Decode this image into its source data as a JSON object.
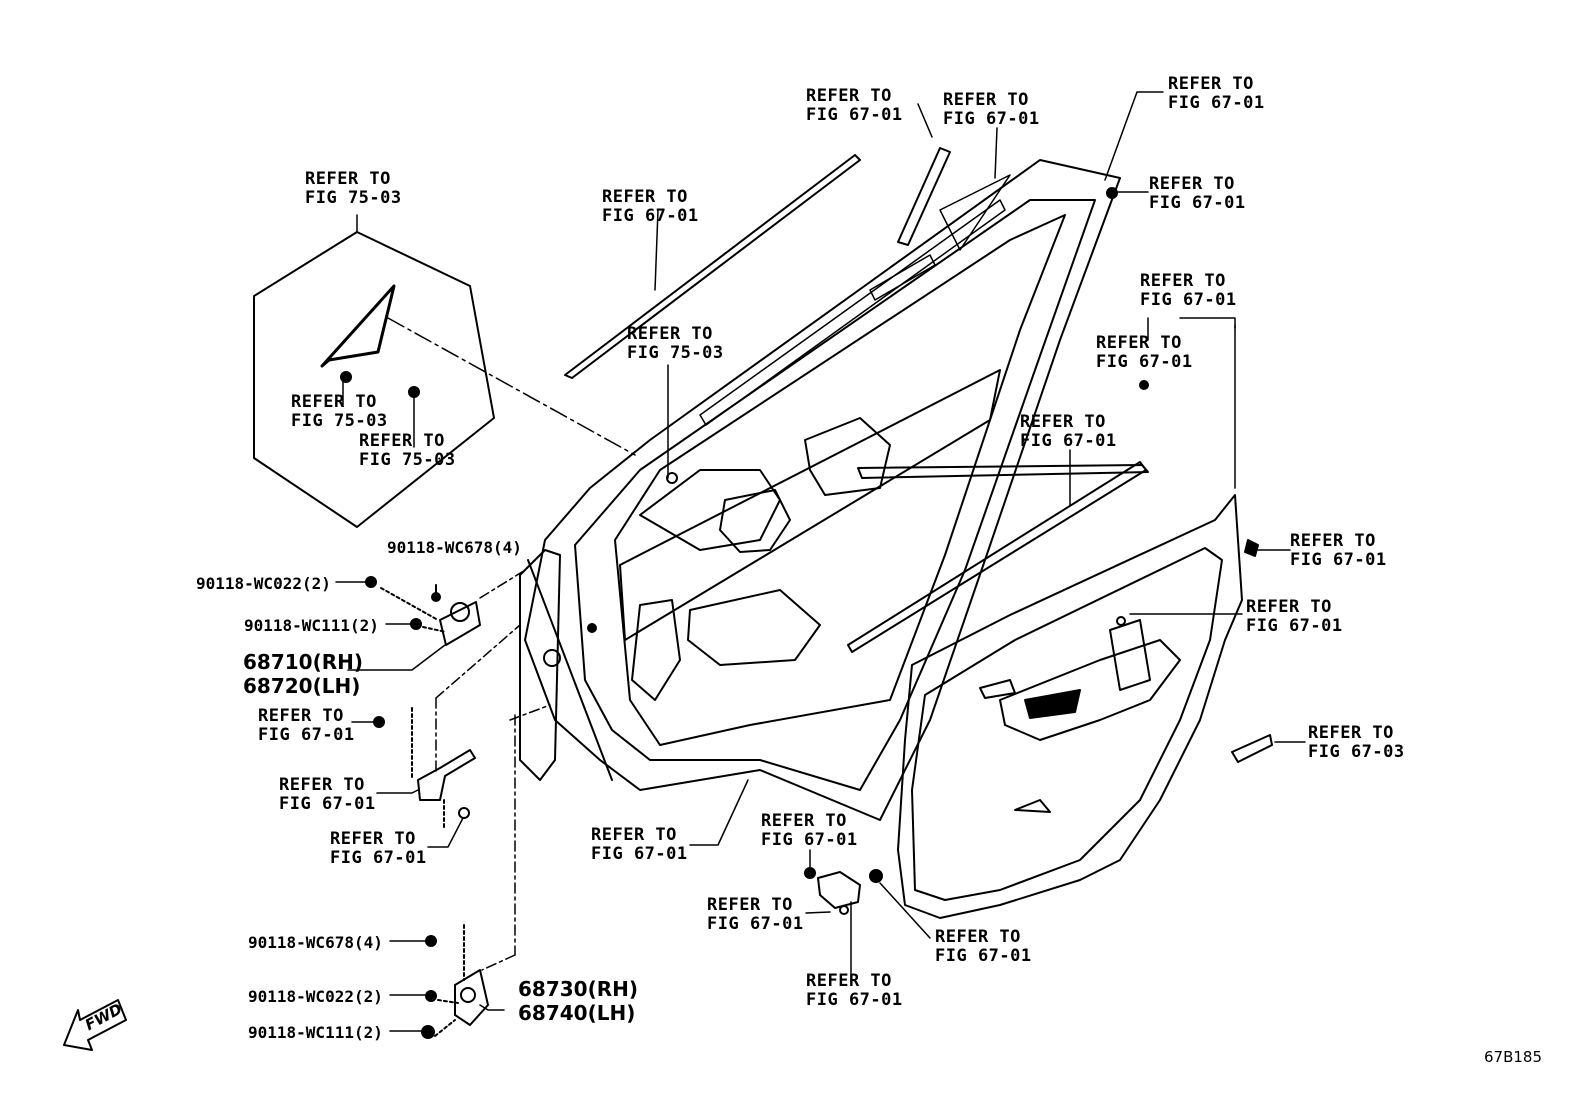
{
  "refer": {
    "fig_75_03": [
      "REFER TO",
      "FIG 75-03"
    ],
    "fig_67_01": [
      "REFER TO",
      "FIG 67-01"
    ],
    "fig_67_03": [
      "REFER TO",
      "FIG 67-03"
    ]
  },
  "parts": {
    "p_90118_wc678": "90118-WC678(4)",
    "p_90118_wc022": "90118-WC022(2)",
    "p_90118_wc111": "90118-WC111(2)",
    "p_68710": "68710(RH)",
    "p_68720": "68720(LH)",
    "p_68730": "68730(RH)",
    "p_68740": "68740(LH)"
  },
  "fwd_label": "FWD",
  "figure_code": "67B185"
}
